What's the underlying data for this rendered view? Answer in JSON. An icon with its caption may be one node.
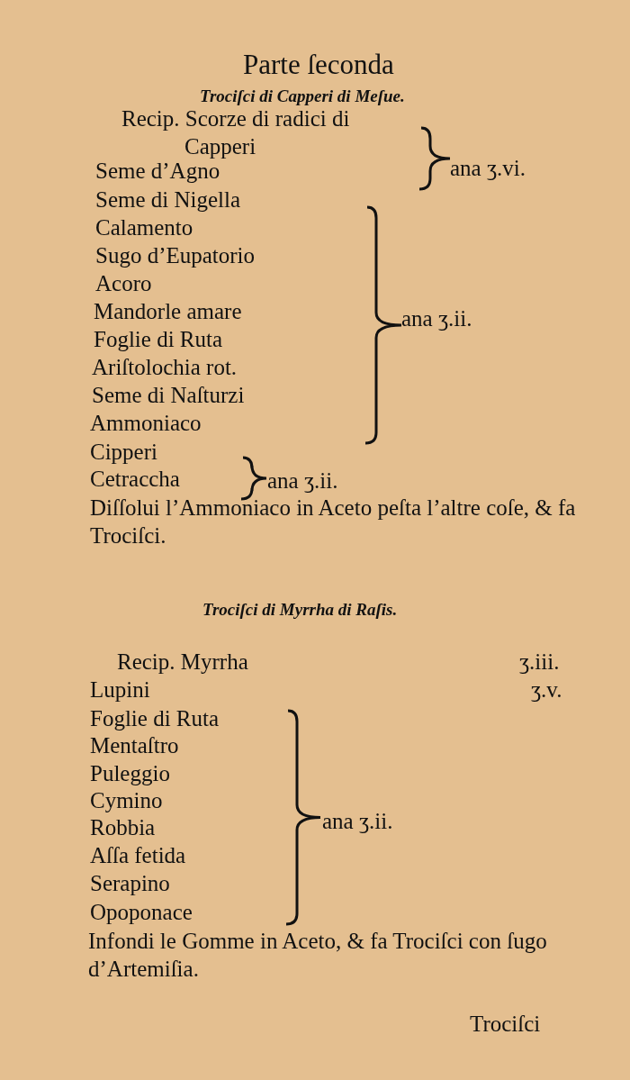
{
  "diagram": {
    "title": "Parte ſeconda",
    "labels": [
      "Trociſci di Capperi di Meſue.",
      "Recip. Scorze di radici di Capperi",
      "Seme d’Agno",
      "ana ʒ.vi.",
      "Seme di Nigella",
      "Calamento",
      "Sugo d’Eupatorio",
      "Acoro",
      "Mandorle amare",
      "Foglie di Ruta",
      "Ariſtolochia rot.",
      "Seme di Naſturzi",
      "Ammoniaco",
      "ana ʒ.ii.",
      "Cipperi",
      "Cetraccha",
      "ana ʒ.ii.",
      "Diſſolui l’Ammoniaco in Aceto peſta l’altre coſe, & fa Trociſci.",
      "Trociſci di Myrrha di Raſis.",
      "Recip. Myrrha",
      "ʒ.iii.",
      "Lupini",
      "ʒ.v.",
      "Foglie di Ruta",
      "Mentaſtro",
      "Puleggio",
      "Cymino",
      "Robbia",
      "Aſſa fetida",
      "Serapino",
      "Opoponace",
      "ana ʒ.ii.",
      "Infondi le Gomme in Aceto, & fa Trociſci con ſugo d’Artemiſia.",
      "Trociſci"
    ]
  }
}
